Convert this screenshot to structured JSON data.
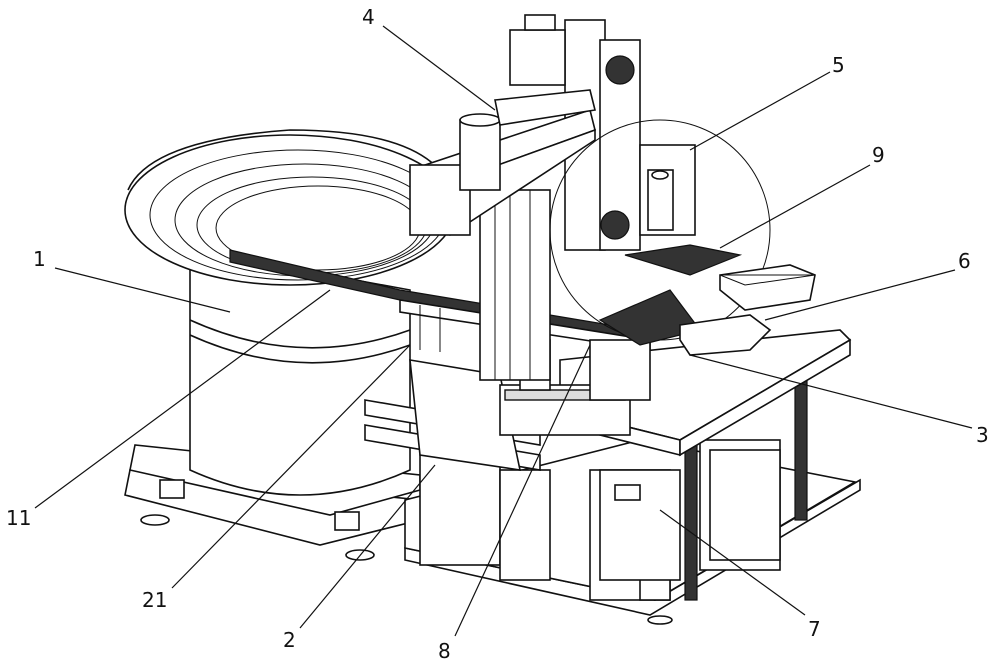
{
  "figure": {
    "labels": {
      "l1": "1",
      "l2": "2",
      "l3": "3",
      "l4": "4",
      "l5": "5",
      "l6": "6",
      "l7": "7",
      "l8": "8",
      "l9": "9",
      "l11": "11",
      "l21": "21"
    }
  }
}
